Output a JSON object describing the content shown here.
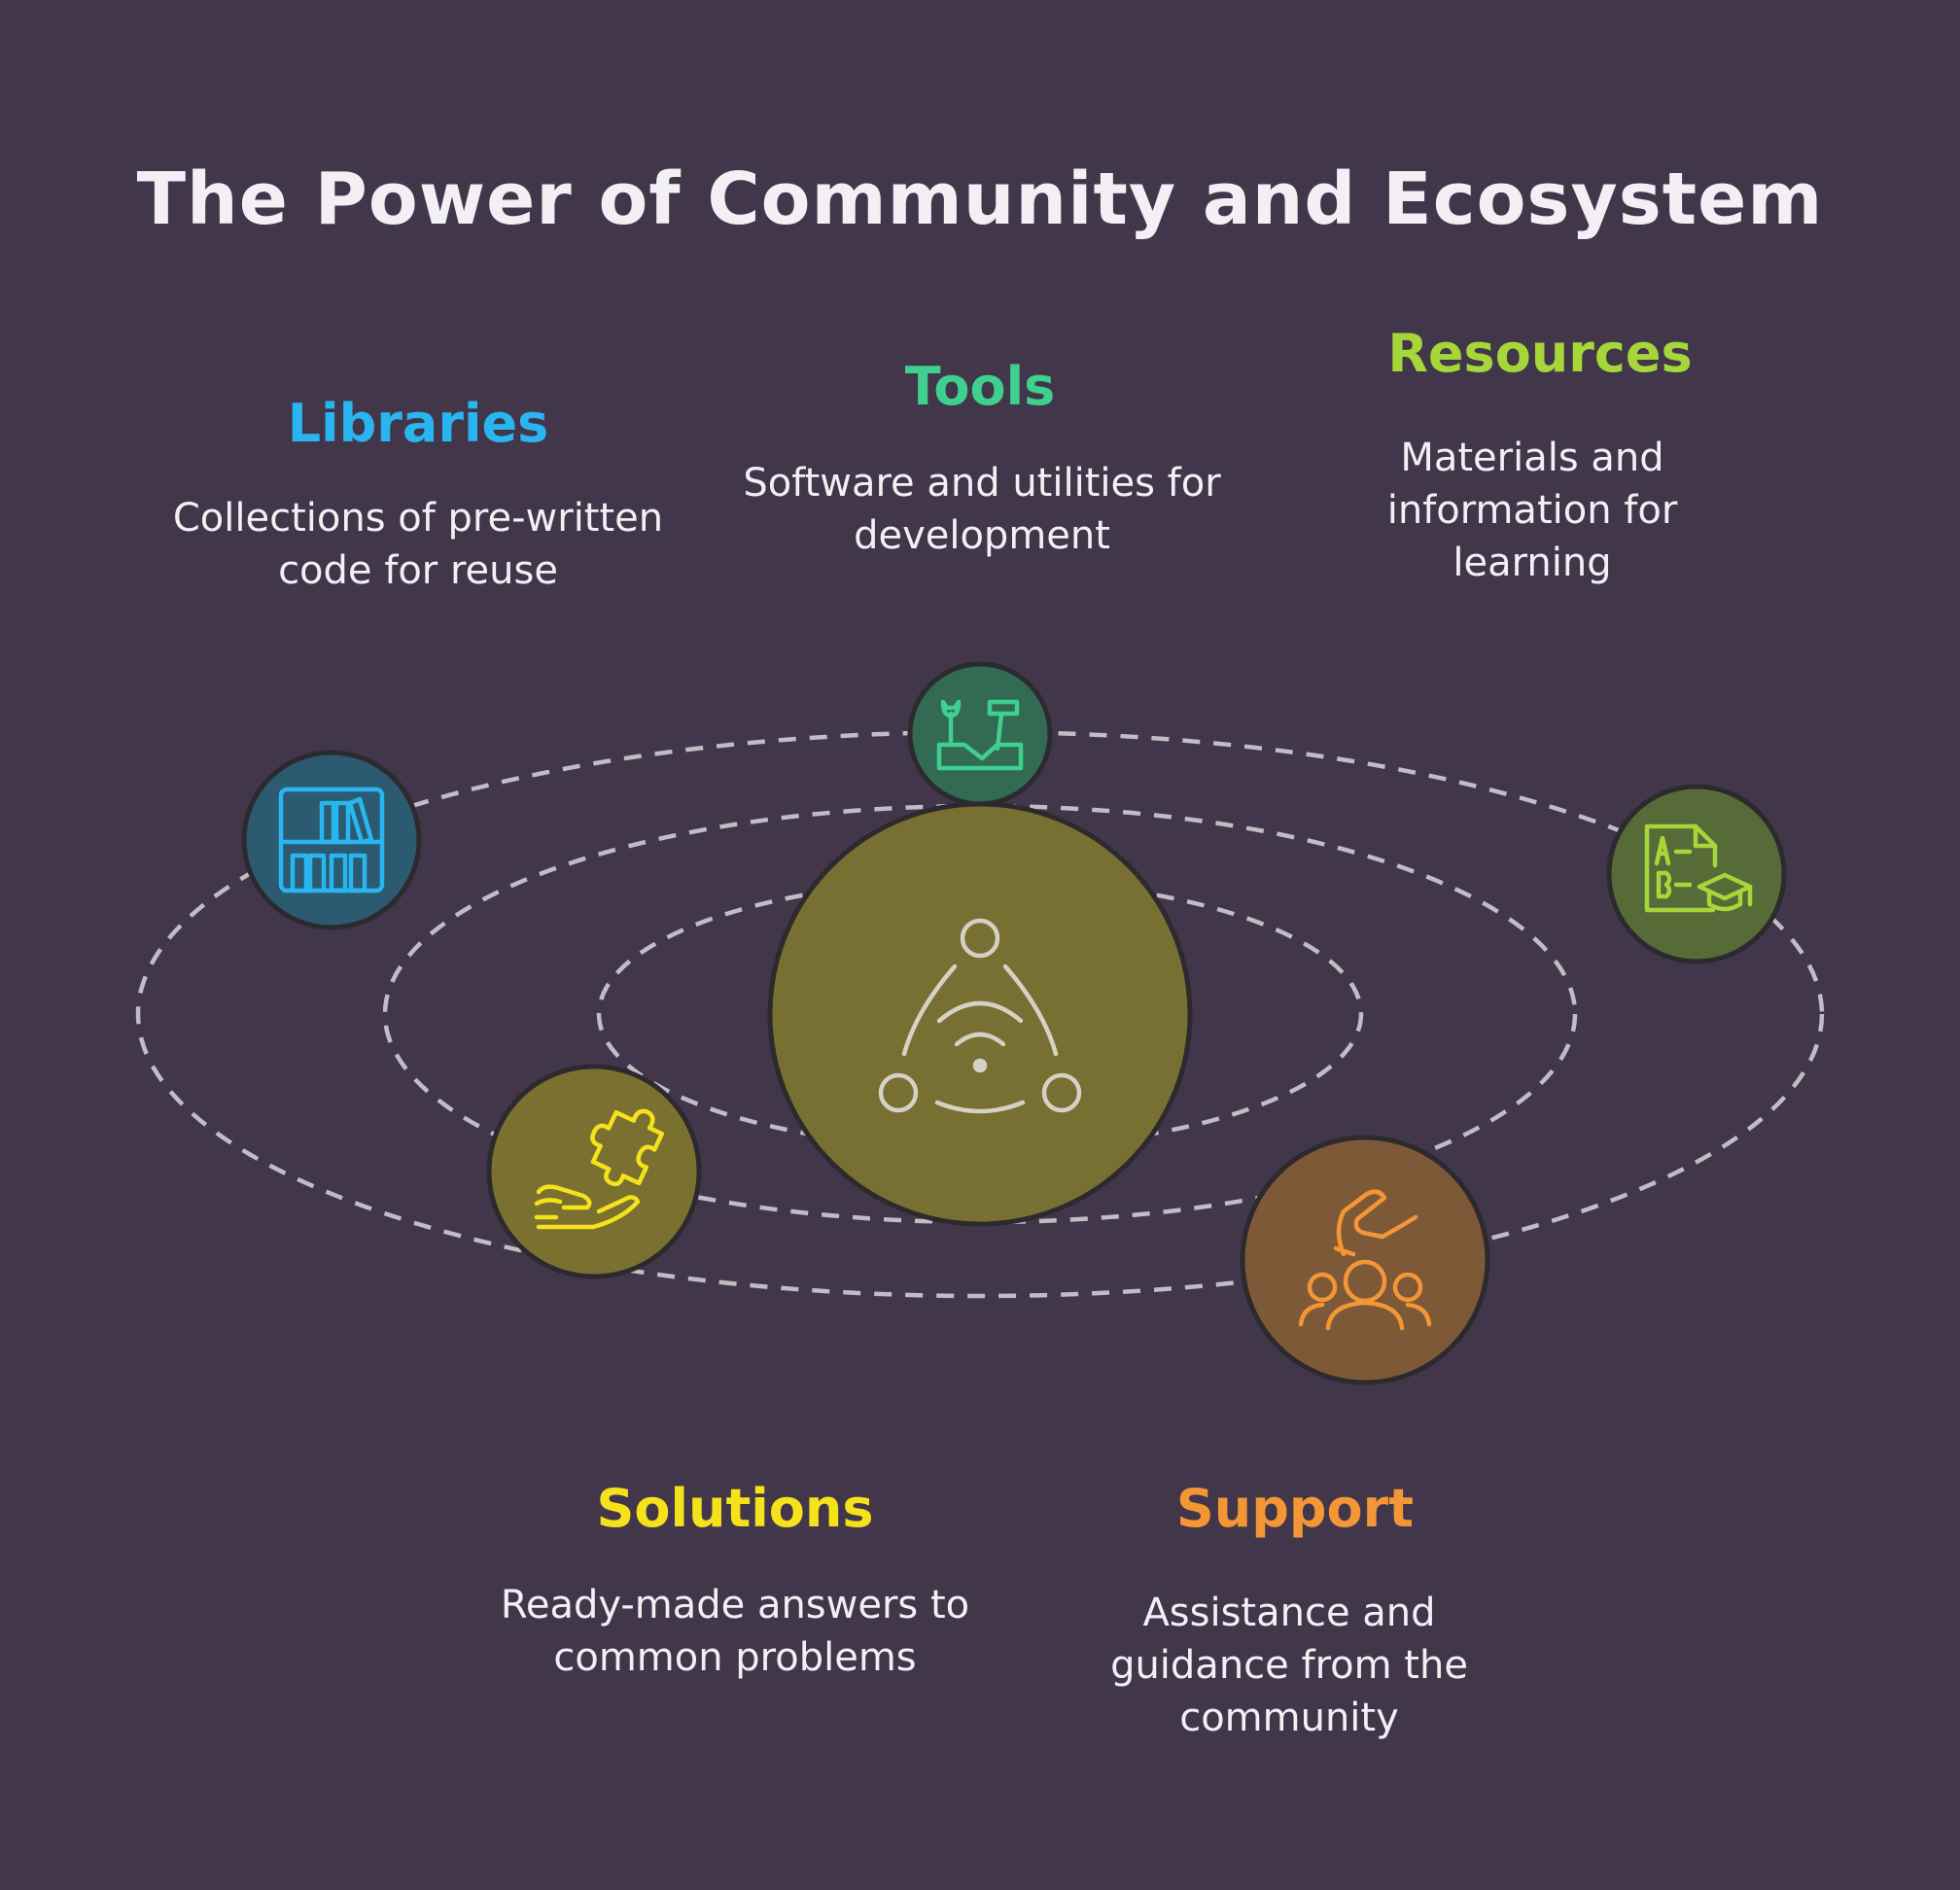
{
  "title": "The Power of Community and Ecosystem",
  "center": {
    "icon": "community-hub-icon",
    "color": "#e2e2cc"
  },
  "items": [
    {
      "key": "libraries",
      "title": "Libraries",
      "description": "Collections of pre-written code for reuse",
      "icon": "bookshelf-icon",
      "color": "#29b6f0"
    },
    {
      "key": "tools",
      "title": "Tools",
      "description": "Software and utilities for development",
      "icon": "toolbox-icon",
      "color": "#3fcf8e"
    },
    {
      "key": "resources",
      "title": "Resources",
      "description": "Materials and information for learning",
      "icon": "test-document-graduation-cap-icon",
      "color": "#a6d639"
    },
    {
      "key": "solutions",
      "title": "Solutions",
      "description": "Ready-made answers to common problems",
      "icon": "hand-puzzle-piece-icon",
      "color": "#f6e21b"
    },
    {
      "key": "support",
      "title": "Support",
      "description": "Assistance and guidance from the community",
      "icon": "helping-hand-group-icon",
      "color": "#f49636"
    }
  ]
}
